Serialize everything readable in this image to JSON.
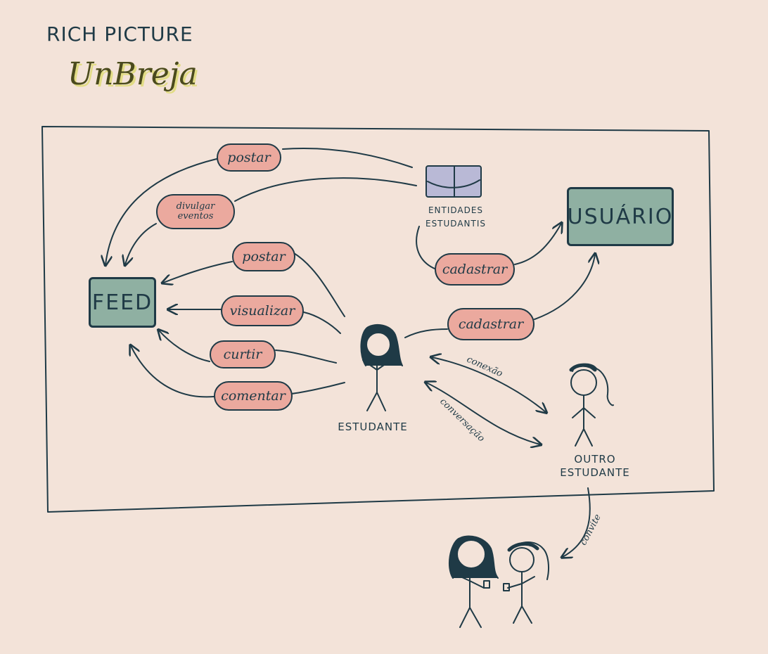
{
  "header": {
    "title": "RICH PICTURE",
    "brand": "UnBreja"
  },
  "nodes": {
    "feed": "FEED",
    "usuario": "USUÁRIO",
    "entidades": "ENTIDADES ESTUDANTIS",
    "estudante": "ESTUDANTE",
    "outro_estudante": "OUTRO ESTUDANTE"
  },
  "actions": {
    "postar_entidades": "postar",
    "divulgar_eventos": "divulgar eventos",
    "postar_estudante": "postar",
    "visualizar": "visualizar",
    "curtir": "curtir",
    "comentar": "comentar",
    "cadastrar_entidades": "cadastrar",
    "cadastrar_estudante": "cadastrar"
  },
  "edges": {
    "conexao": "conexão",
    "conversacao": "conversação",
    "convite": "convite"
  },
  "colors": {
    "background": "#f3e3d9",
    "ink": "#1f3a46",
    "pill": "#eba99e",
    "box": "#8fb0a2",
    "brand_highlight": "#e2dc86",
    "entity_icon": "#b9b9d6"
  },
  "icons": {
    "entities": "envelope-icon",
    "person": "stick-figure-icon"
  }
}
